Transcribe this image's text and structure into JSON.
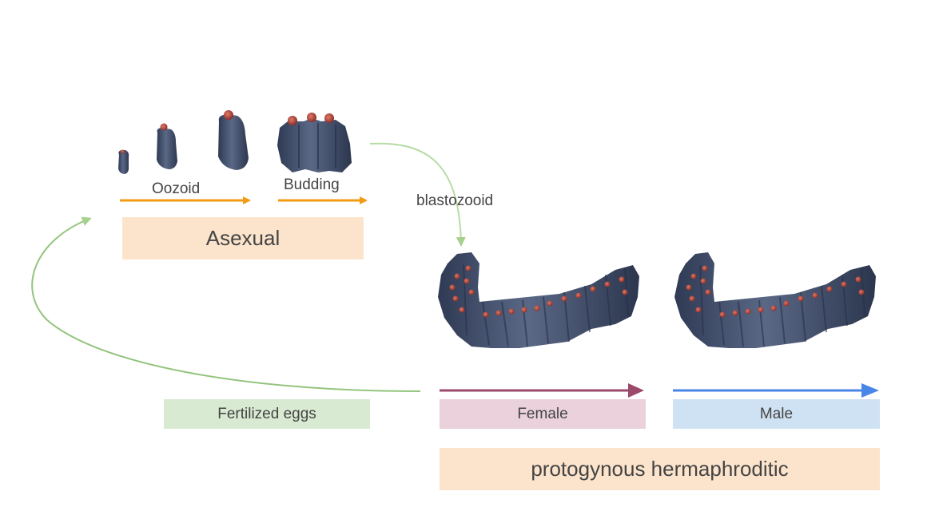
{
  "stages": {
    "oozoid_label": "Oozoid",
    "budding_label": "Budding",
    "blastozooid_label": "blastozooid"
  },
  "boxes": {
    "asexual": "Asexual",
    "fertilized_eggs": "Fertilized eggs",
    "female": "Female",
    "male": "Male",
    "hermaphroditic": "protogynous hermaphroditic"
  },
  "colors": {
    "orange_arrow": "#f39b12",
    "asexual_box": "#fce4cc",
    "green_arrow": "#a8d08d",
    "green_box": "#d9ead3",
    "female_arrow": "#9b4a6c",
    "female_box": "#ead1dc",
    "male_arrow": "#4a86e8",
    "male_box": "#cfe2f3",
    "hermaphroditic_box": "#fce4cc",
    "zooid_body": "#3d4a66",
    "zooid_spot": "#b5483e"
  },
  "icons": {
    "oozoid_stages": "oozoid-stage-icon",
    "budding_chain": "budding-chain-icon",
    "colony": "blastozooid-colony-icon"
  }
}
